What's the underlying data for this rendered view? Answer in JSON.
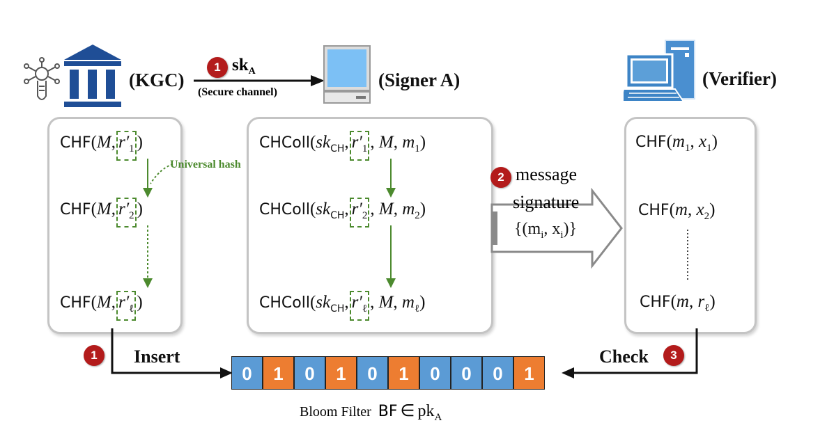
{
  "top": {
    "kgc_label": "(KGC)",
    "signer_label": "(Signer A)",
    "verifier_label": "(Verifier)",
    "step1_badge": "1",
    "sk_label": "sk",
    "sk_sub": "A",
    "secure_channel": "(Secure channel)"
  },
  "left_panel": {
    "fn": "CHF",
    "arg": "M",
    "r_items": [
      "r′",
      "r′",
      "r′"
    ],
    "r_subs": [
      "1",
      "2",
      "ℓ"
    ],
    "universal_hash": "Universal hash"
  },
  "middle_panel": {
    "fn": "CHColl",
    "sk": "sk",
    "sk_sub": "CH",
    "arg": "M",
    "m_items": [
      "m",
      "m",
      "m"
    ],
    "m_subs": [
      "1",
      "2",
      "ℓ"
    ],
    "r_subs": [
      "1",
      "2",
      "ℓ"
    ]
  },
  "message": {
    "badge": "2",
    "line1": "message",
    "line2": "signature",
    "set": "{(m",
    "set_sub1": "i",
    "set_mid": ", x",
    "set_sub2": "i",
    "set_end": ")}"
  },
  "right_panel": {
    "fn": "CHF",
    "rows": [
      {
        "a": "m",
        "a_sub": "1",
        "b": "x",
        "b_sub": "1"
      },
      {
        "a": "m",
        "a_sub": "",
        "b": "x",
        "b_sub": "2"
      },
      {
        "a": "m",
        "a_sub": "",
        "b": "r",
        "b_sub": "ℓ"
      }
    ]
  },
  "bottom": {
    "insert_badge": "1",
    "insert_label": "Insert",
    "check_label": "Check",
    "check_badge": "3",
    "bits": [
      "0",
      "1",
      "0",
      "1",
      "0",
      "1",
      "0",
      "0",
      "0",
      "1"
    ],
    "caption_text": "Bloom Filter",
    "caption_bf": "BF",
    "caption_in": "∈",
    "caption_pk": "pk",
    "caption_pk_sub": "A"
  },
  "colors": {
    "zero": "#5b9bd5",
    "one": "#ed7d31",
    "green": "#4c8a2e",
    "badge": "#b31b1b",
    "institution": "#1f4e96"
  },
  "icons": [
    "idea-network-icon",
    "institution-icon",
    "monitor-icon",
    "desktop-computer-icon"
  ]
}
